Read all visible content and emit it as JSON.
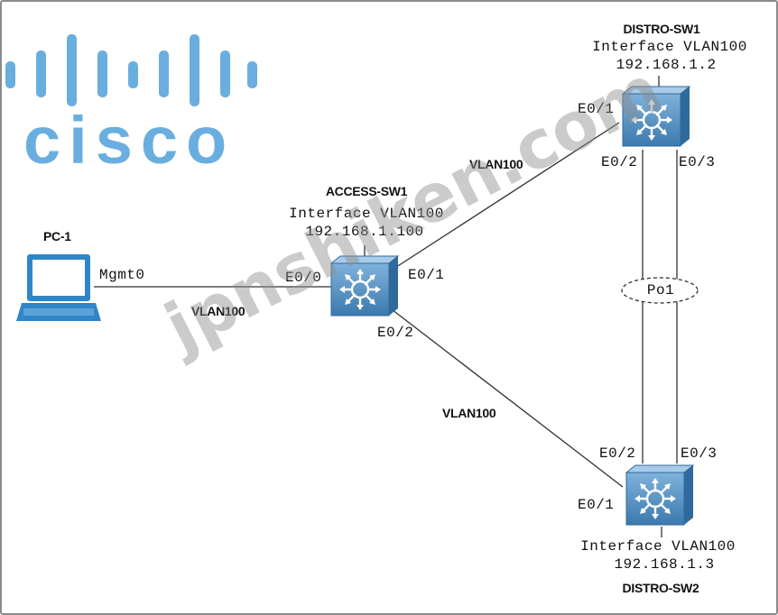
{
  "logo": {
    "text": "cisco",
    "color": "#6aaee0"
  },
  "watermark": {
    "text": "jpnshiken.com"
  },
  "pc": {
    "name": "PC-1",
    "port": "Mgmt0"
  },
  "access_switch": {
    "name": "ACCESS-SW1",
    "interface": "Interface VLAN100",
    "ip": "192.168.1.100",
    "ports": {
      "e00": "E0/0",
      "e01": "E0/1",
      "e02": "E0/2"
    }
  },
  "distro_sw1": {
    "name": "DISTRO-SW1",
    "interface": "Interface VLAN100",
    "ip": "192.168.1.2",
    "ports": {
      "e01": "E0/1",
      "e02": "E0/2",
      "e03": "E0/3"
    }
  },
  "distro_sw2": {
    "name": "DISTRO-SW2",
    "interface": "Interface VLAN100",
    "ip": "192.168.1.3",
    "ports": {
      "e01": "E0/1",
      "e02": "E0/2",
      "e03": "E0/3"
    }
  },
  "links": {
    "pc_access": "VLAN100",
    "access_distro1": "VLAN100",
    "access_distro2": "VLAN100",
    "port_channel": "Po1"
  },
  "colors": {
    "switch": "#4f8fc4",
    "switch_dark": "#2f6a9c",
    "laptop": "#2e86c8",
    "line": "#333333"
  }
}
